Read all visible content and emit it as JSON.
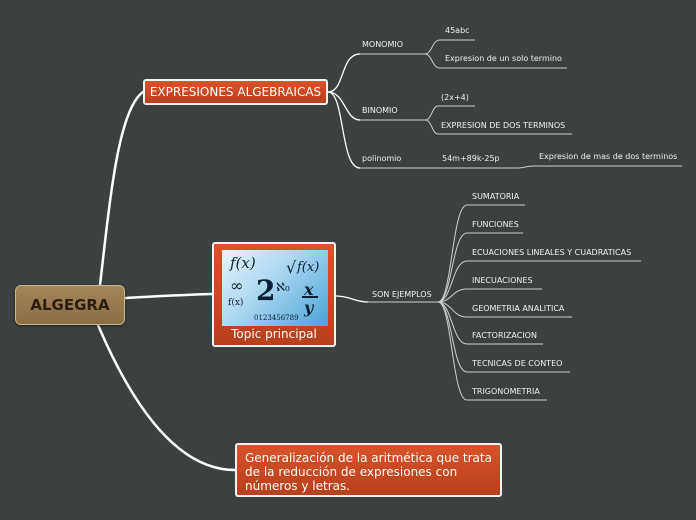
{
  "root": {
    "label": "ALGEGRA"
  },
  "expresiones": {
    "label": "EXPRESIONES ALGEBRAICAS",
    "monomio": {
      "label": "MONOMIO",
      "example": "45abc",
      "desc": "Expresion de un solo termino"
    },
    "binomio": {
      "label": "BINOMIO",
      "example": "(2x+4)",
      "desc": "EXPRESION DE DOS TERMINOS"
    },
    "polinomio": {
      "label": "polinomio",
      "example": "54m+89k-25p",
      "desc": "Expresion de mas de dos terminos"
    }
  },
  "topic": {
    "caption": "Topic principal",
    "image_text": {
      "a": "f(x)",
      "b": "2",
      "c": "ℵ₀",
      "d": "x",
      "e": "y",
      "f": "f(x)",
      "g": "0123456789",
      "h": "∞",
      "i": "√"
    },
    "link_label": "SON EJEMPLOS",
    "examples": [
      "SUMATORIA",
      "FUNCIONES",
      "ECUACIONES LINEALES Y CUADRATICAS",
      "INECUACIONES",
      "GEOMETRIA ANALITICA",
      "FACTORIZACION",
      "TECNICAS DE CONTEO",
      "TRIGONOMETRIA"
    ]
  },
  "definition": {
    "text": "Generalización de la aritmética  que trata de la reducción de expresiones con números y letras."
  },
  "colors": {
    "background": "#3b4141",
    "root_fill": "#9a7d50",
    "topic_fill": "#c8461f",
    "line": "#ffffff",
    "underline": "#cfcfcf"
  }
}
